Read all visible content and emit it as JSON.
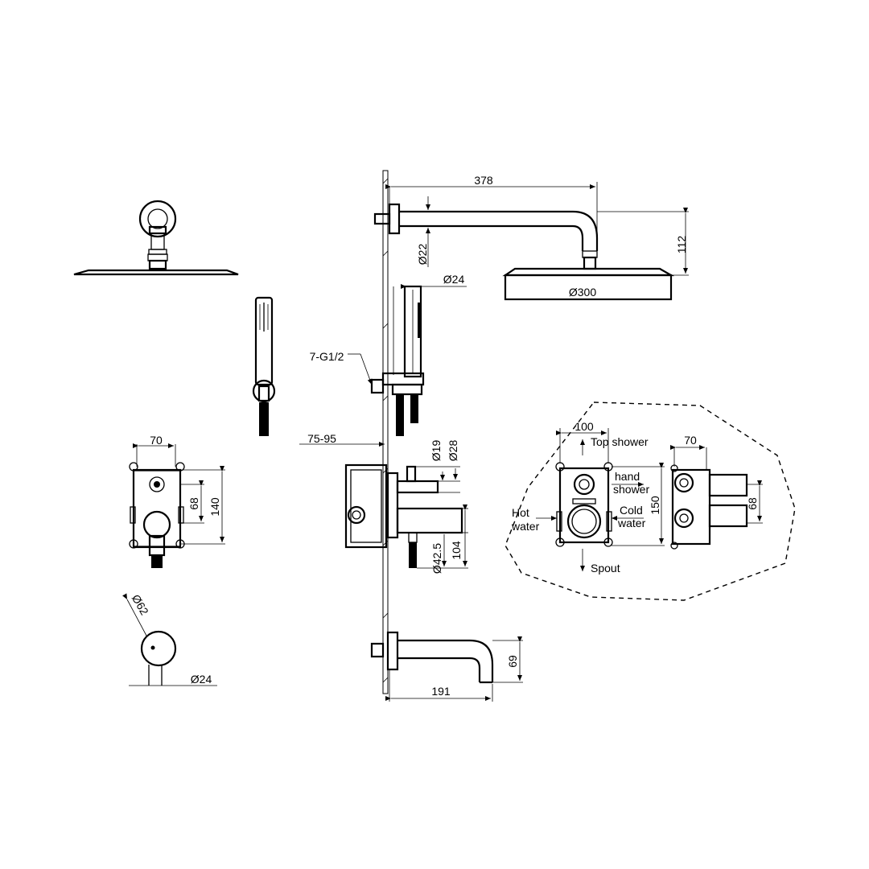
{
  "dimensions": {
    "arm_length": "378",
    "arm_diameter": "Ø22",
    "arm_drop": "112",
    "head_diameter": "Ø300",
    "holder_diameter": "Ø24",
    "outlet_thread": "7-G1/2",
    "wall_depth": "75-95",
    "valve_d19": "Ø19",
    "valve_d28": "Ø28",
    "valve_d42": "Ø42.5",
    "valve_104": "104",
    "box_width": "70",
    "box_68": "68",
    "box_140": "140",
    "flange_diameter": "Ø62",
    "spout_pipe": "Ø24",
    "spout_length": "191",
    "spout_height": "69"
  },
  "detail": {
    "width_100": "100",
    "height_150": "150",
    "side_width_70": "70",
    "side_68": "68",
    "top_shower": "Top shower",
    "hand_shower_1": "hand",
    "hand_shower_2": "shower",
    "cold_1": "Cold",
    "cold_2": "water",
    "hot_1": "Hot",
    "hot_2": "water",
    "spout": "Spout"
  }
}
